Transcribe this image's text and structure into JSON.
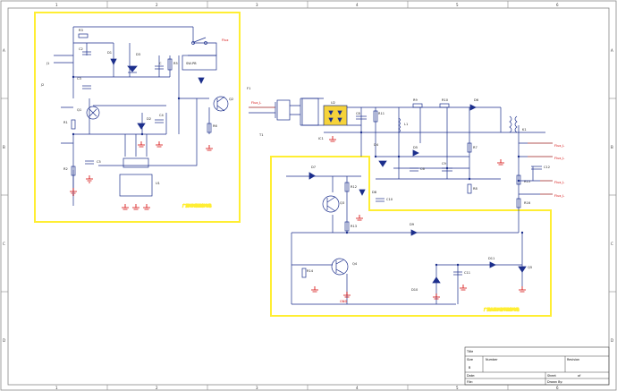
{
  "frame": {
    "zone_numbers": [
      "1",
      "2",
      "3",
      "4",
      "5",
      "6"
    ],
    "zone_letters": [
      "A",
      "B",
      "C",
      "D"
    ]
  },
  "groups": {
    "top_left_caption": "广层时间段控制电路",
    "bottom_caption": "广层由显示信号控制电路",
    "frame_color": "#ffee33"
  },
  "labels": {
    "d3": "D3",
    "r3": "R3",
    "c2": "C2",
    "c3": "C3",
    "d1": "D1",
    "c_tl": "C",
    "r1": "R1",
    "r2": "R2",
    "c4": "C4",
    "d2": "D2",
    "q1": "Q1",
    "q2": "Q2",
    "r5": "R5",
    "r6": "R6",
    "c5": "C5",
    "u1": "U1",
    "ic1": "IC1",
    "d6": "D6",
    "k1": "K1",
    "r9": "R9",
    "r10": "R10",
    "c8": "C8",
    "c9": "C9",
    "r11": "R11",
    "d4": "D4",
    "d5": "D5",
    "c6": "C6",
    "r7": "R7",
    "r8": "R8",
    "d7": "D7",
    "d8": "D8",
    "d9": "D9",
    "q3": "Q3",
    "q4": "Q4",
    "q5": "Q5",
    "r12": "R12",
    "r13": "R13",
    "r14": "R14",
    "c10": "C10",
    "c11": "C11",
    "c12": "C12",
    "r15": "R15",
    "r16": "R16",
    "d10": "D10",
    "d11": "D11",
    "t1": "T1",
    "f1": "F1",
    "j1": "J1",
    "j2": "J2",
    "l1": "L1",
    "opto": "U2",
    "in_main": "Flux_L",
    "in_tl": "Flux",
    "out1": "Flux_L",
    "out2": "Flux_L",
    "out3": "Flux_L",
    "out4": "Flux_L",
    "gnd": "GND",
    "sw1": "SW-PB"
  },
  "title_block": {
    "title_label": "Title",
    "size_label": "Size",
    "number_label": "Number",
    "revision_label": "Revision",
    "size_value": "B",
    "date_label": "Date:",
    "file_label": "File:",
    "sheet_label": "Sheet",
    "of_label": "of",
    "drawn_label": "Drawn By:"
  }
}
